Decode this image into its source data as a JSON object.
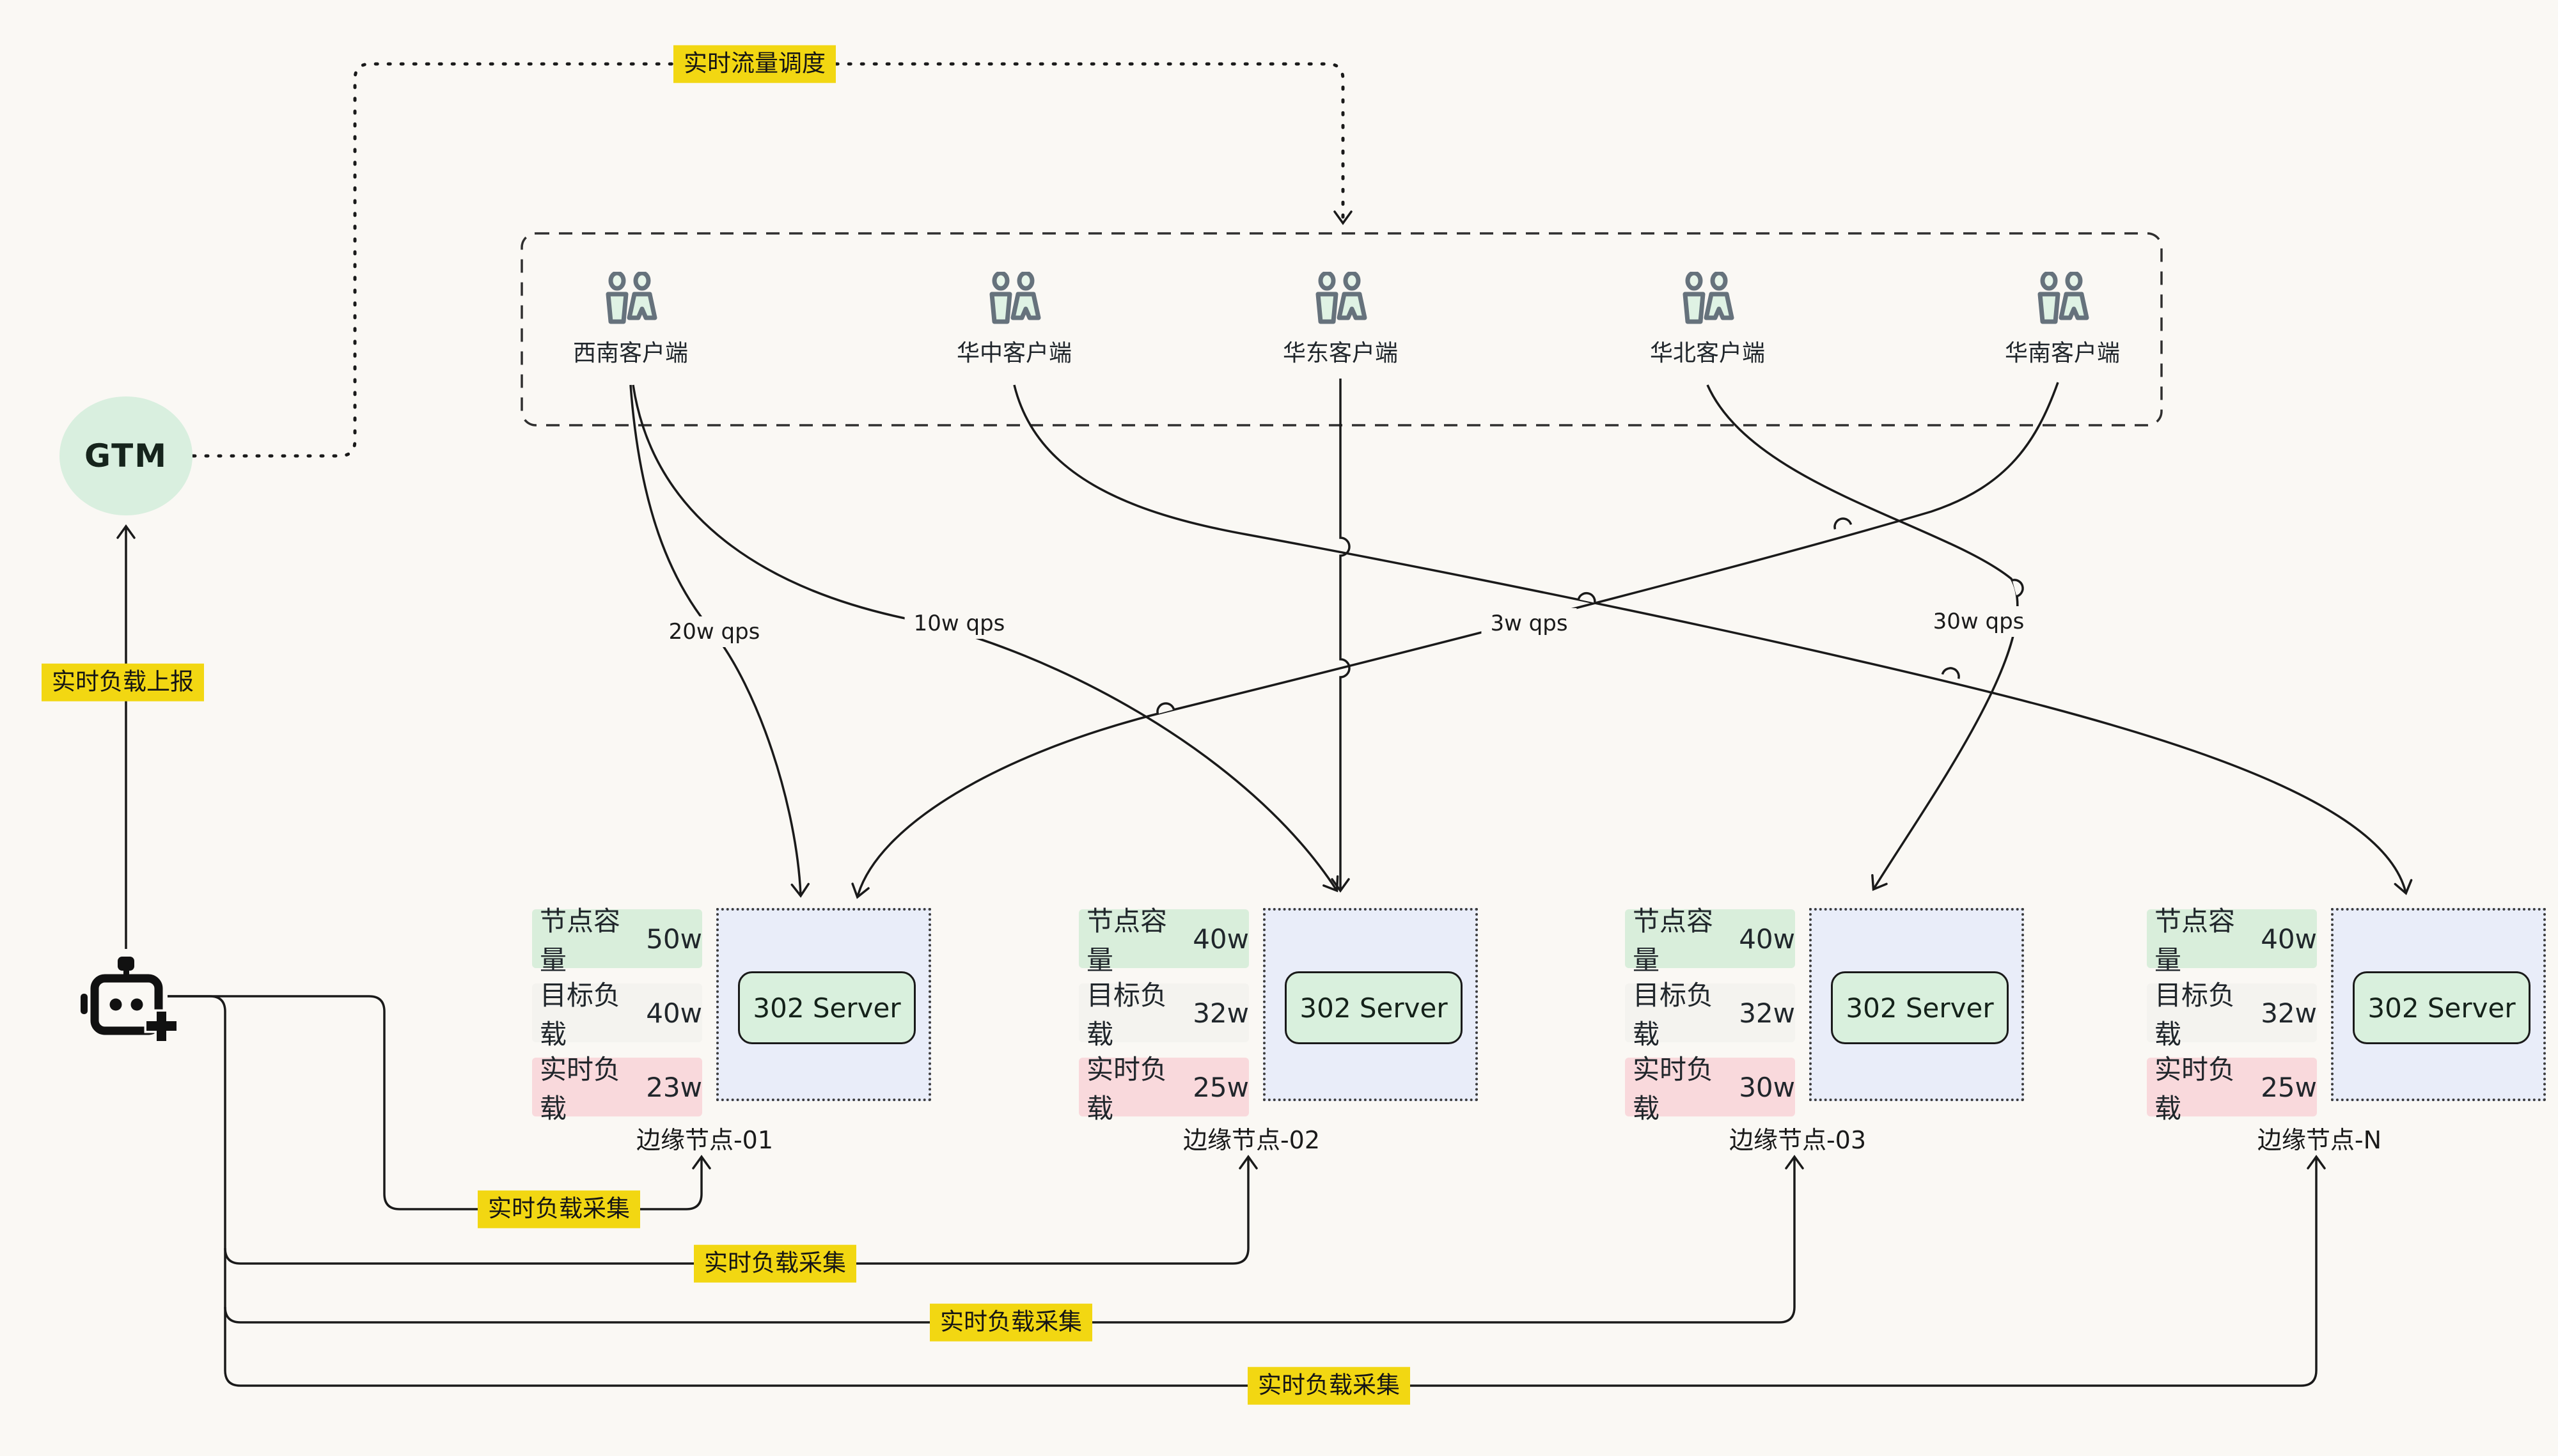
{
  "gtm": {
    "label": "GTM"
  },
  "edge_labels": {
    "dispatch": "实时流量调度",
    "report": "实时负载上报",
    "collect": "实时负载采集"
  },
  "clients": [
    {
      "label": "西南客户端"
    },
    {
      "label": "华中客户端"
    },
    {
      "label": "华东客户端"
    },
    {
      "label": "华北客户端"
    },
    {
      "label": "华南客户端"
    }
  ],
  "qps": [
    {
      "label": "20w qps"
    },
    {
      "label": "10w qps"
    },
    {
      "label": "3w qps"
    },
    {
      "label": "30w qps"
    }
  ],
  "nodes": [
    {
      "name": "边缘节点-01",
      "capacity_label": "节点容量",
      "capacity_value": "50w",
      "target_label": "目标负载",
      "target_value": "40w",
      "load_label": "实时负载",
      "load_value": "23w",
      "server": "302 Server"
    },
    {
      "name": "边缘节点-02",
      "capacity_label": "节点容量",
      "capacity_value": "40w",
      "target_label": "目标负载",
      "target_value": "32w",
      "load_label": "实时负载",
      "load_value": "25w",
      "server": "302 Server"
    },
    {
      "name": "边缘节点-03",
      "capacity_label": "节点容量",
      "capacity_value": "40w",
      "target_label": "目标负载",
      "target_value": "32w",
      "load_label": "实时负载",
      "load_value": "30w",
      "server": "302 Server"
    },
    {
      "name": "边缘节点-N",
      "capacity_label": "节点容量",
      "capacity_value": "40w",
      "target_label": "目标负载",
      "target_value": "32w",
      "load_label": "实时负载",
      "load_value": "25w",
      "server": "302 Server"
    }
  ],
  "colors": {
    "highlight_yellow": "#f2d712",
    "gtm_green": "#d9efdf",
    "capacity_green": "#d9eedb",
    "target_gray": "#f4f3ef",
    "load_pink": "#f9d9dc",
    "server_green": "#d9f0dd",
    "node_box_blue": "#e9edf9",
    "line_black": "#1a1a1a"
  }
}
